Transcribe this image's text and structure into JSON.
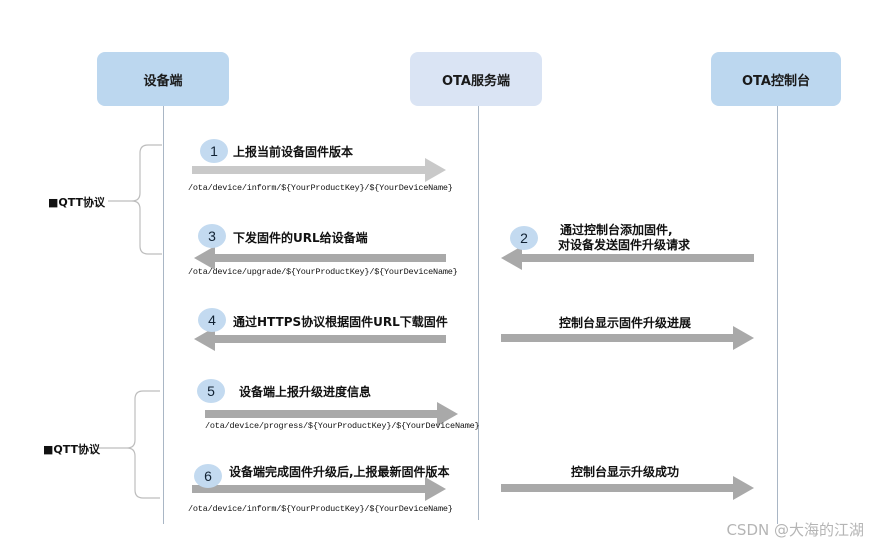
{
  "participants": {
    "device": "设备端",
    "server": "OTA服务端",
    "console": "OTA控制台"
  },
  "protocols": {
    "group1": "■QTT协议",
    "group2": "■QTT协议"
  },
  "steps": [
    {
      "number": "1",
      "label": "上报当前设备固件版本",
      "topic": "/ota/device/inform/${YourProductKey}/${YourDeviceName}"
    },
    {
      "number": "2",
      "label_line1": "通过控制台添加固件,",
      "label_line2": "对设备发送固件升级请求"
    },
    {
      "number": "3",
      "label": "下发固件的URL给设备端",
      "topic": "/ota/device/upgrade/${YourProductKey}/${YourDeviceName}"
    },
    {
      "number": "4",
      "label": "通过HTTPS协议根据固件URL下载固件"
    },
    {
      "number": "5",
      "label": "设备端上报升级进度信息",
      "topic": "/ota/device/progress/${YourProductKey}/${YourDeviceName}"
    },
    {
      "number": "6",
      "label": "设备端完成固件升级后,上报最新固件版本",
      "topic": "/ota/device/inform/${YourProductKey}/${YourDeviceName}"
    }
  ],
  "console_messages": {
    "progress": "控制台显示固件升级进展",
    "success": "控制台显示升级成功"
  },
  "watermark": "CSDN @大海的江湖",
  "colors": {
    "header_device": "#bcd7ef",
    "header_server": "#dae4f4",
    "step_circle": "#c3daf0",
    "arrow": "#a9a9a9"
  }
}
